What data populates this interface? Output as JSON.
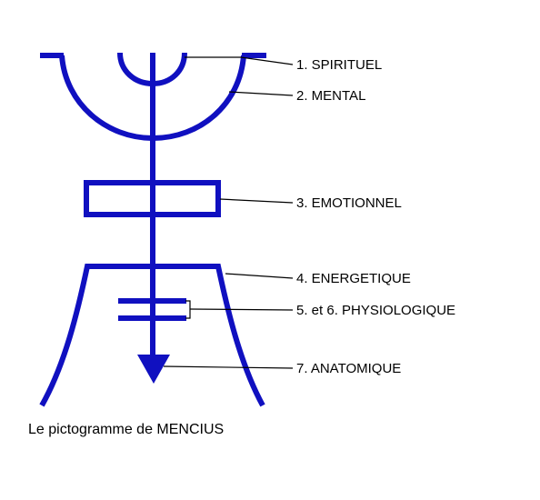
{
  "diagram": {
    "glyph_color": "#1010c0",
    "leader_color": "#000000",
    "caption": "Le pictogramme de MENCIUS",
    "levels": [
      {
        "id": "spirituel",
        "label": "1. SPIRITUEL"
      },
      {
        "id": "mental",
        "label": "2. MENTAL"
      },
      {
        "id": "emotionnel",
        "label": "3. EMOTIONNEL"
      },
      {
        "id": "energetique",
        "label": "4. ENERGETIQUE"
      },
      {
        "id": "physiologique",
        "label": "5. et 6. PHYSIOLOGIQUE"
      },
      {
        "id": "anatomique",
        "label": "7. ANATOMIQUE"
      }
    ]
  }
}
